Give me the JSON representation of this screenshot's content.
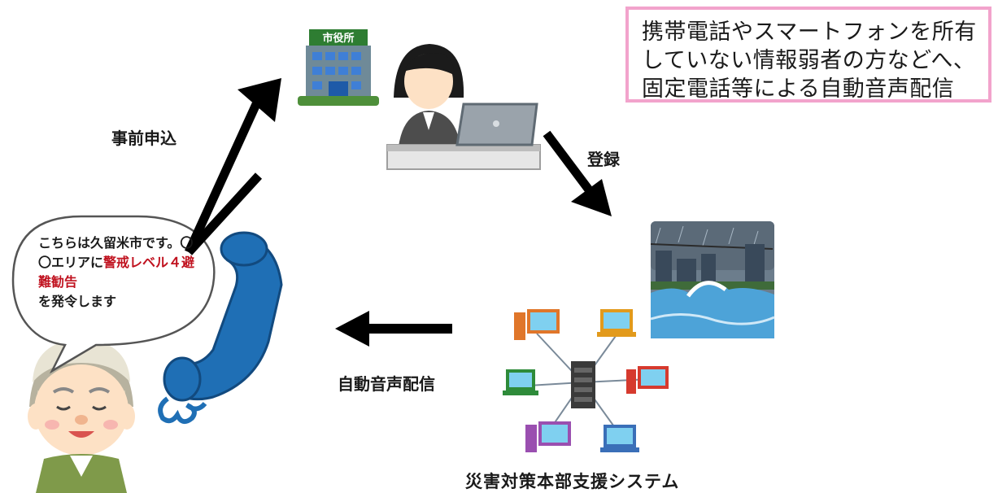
{
  "notice": {
    "line1": "携帯電話やスマートフォンを所有",
    "line2": "していない情報弱者の方などへ、",
    "line3": "固定電話等による自動音声配信"
  },
  "city_hall_sign": "市役所",
  "steps": {
    "pre_application": "事前申込",
    "registration": "登録",
    "auto_voice": "自動音声配信"
  },
  "system_label": "災害対策本部支援システム",
  "bubble": {
    "part1": "こちらは久留米市です。〇〇エリアに",
    "highlight": "警戒レベル４避難勧告",
    "part2": "を発令します"
  },
  "colors": {
    "notice_border": "#f2a3cc",
    "highlight_red": "#c0121f",
    "arrow": "#000000",
    "phone_blue": "#1f6fb5"
  }
}
